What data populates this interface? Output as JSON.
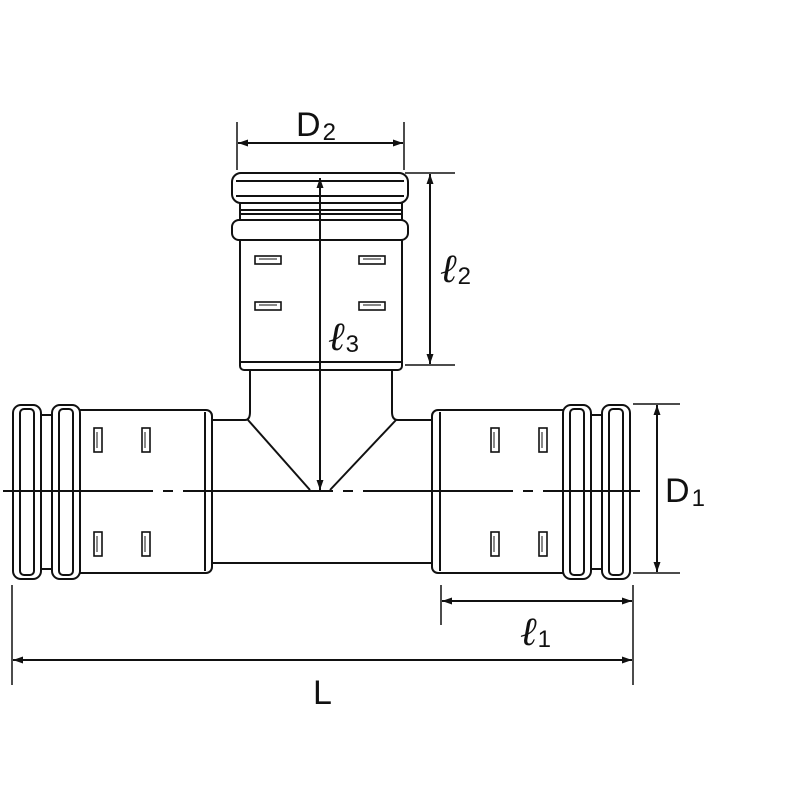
{
  "dimensions": {
    "D2": {
      "main": "D",
      "sub": "2"
    },
    "D1": {
      "main": "D",
      "sub": "1"
    },
    "l1": {
      "main": "ℓ",
      "sub": "1"
    },
    "l2": {
      "main": "ℓ",
      "sub": "2"
    },
    "l3": {
      "main": "ℓ",
      "sub": "3"
    },
    "L": {
      "main": "L"
    }
  },
  "colors": {
    "stroke": "#111111",
    "fill": "#ffffff"
  }
}
